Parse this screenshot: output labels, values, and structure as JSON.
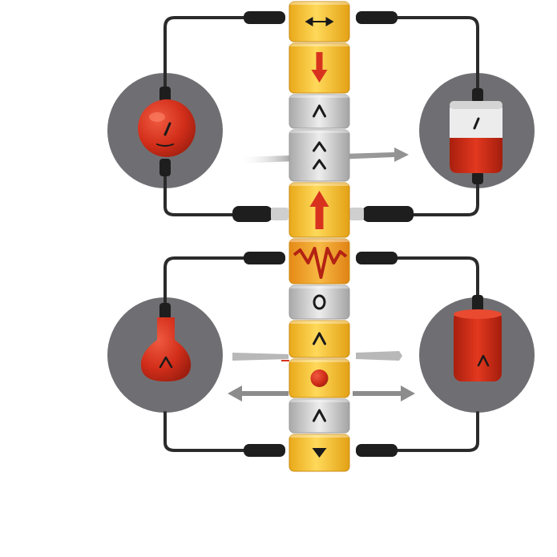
{
  "colors": {
    "background": "#ffffff",
    "disc": "#6f6f73",
    "disc_ring": "#5a5a5e",
    "wire": "#2b2b2b",
    "connector": "#1e1e1e",
    "block_yellow": "#f5c22e",
    "block_yellow_light": "#ffd95a",
    "block_orange": "#f2a52a",
    "block_gray": "#d9d9d9",
    "block_gray_dark": "#b8b8b8",
    "accent_red": "#d8321f",
    "accent_red_dark": "#a8200f",
    "arrow_gray": "#8c8c8c"
  },
  "column_blocks": [
    {
      "kind": "yellow",
      "symbol": "left-right-arrows-icon"
    },
    {
      "kind": "yellow",
      "symbol": "red-down-arrow-icon"
    },
    {
      "kind": "gray",
      "symbol": "caret-up-icon"
    },
    {
      "kind": "gray",
      "symbol": "double-caret-up-icon"
    },
    {
      "kind": "yellow",
      "symbol": "red-up-arrow-icon"
    },
    {
      "kind": "orange",
      "symbol": "red-zigzag-icon"
    },
    {
      "kind": "gray",
      "symbol": "circle-icon"
    },
    {
      "kind": "yellow",
      "symbol": "caret-up-icon"
    },
    {
      "kind": "yellow",
      "symbol": "red-dot-icon"
    },
    {
      "kind": "gray",
      "symbol": "caret-up-icon"
    },
    {
      "kind": "yellow",
      "symbol": "caret-down-icon"
    }
  ],
  "glyphs": {
    "caret_up": "^",
    "circle": "o",
    "slash": "/",
    "double_caret": "^\n^"
  },
  "components": [
    {
      "name": "top-left-red-sphere",
      "shape": "sphere-icon"
    },
    {
      "name": "top-right-beaker",
      "shape": "beaker-icon"
    },
    {
      "name": "bottom-left-red-flask",
      "shape": "flask-icon"
    },
    {
      "name": "bottom-right-red-cylinder",
      "shape": "cylinder-icon"
    }
  ]
}
